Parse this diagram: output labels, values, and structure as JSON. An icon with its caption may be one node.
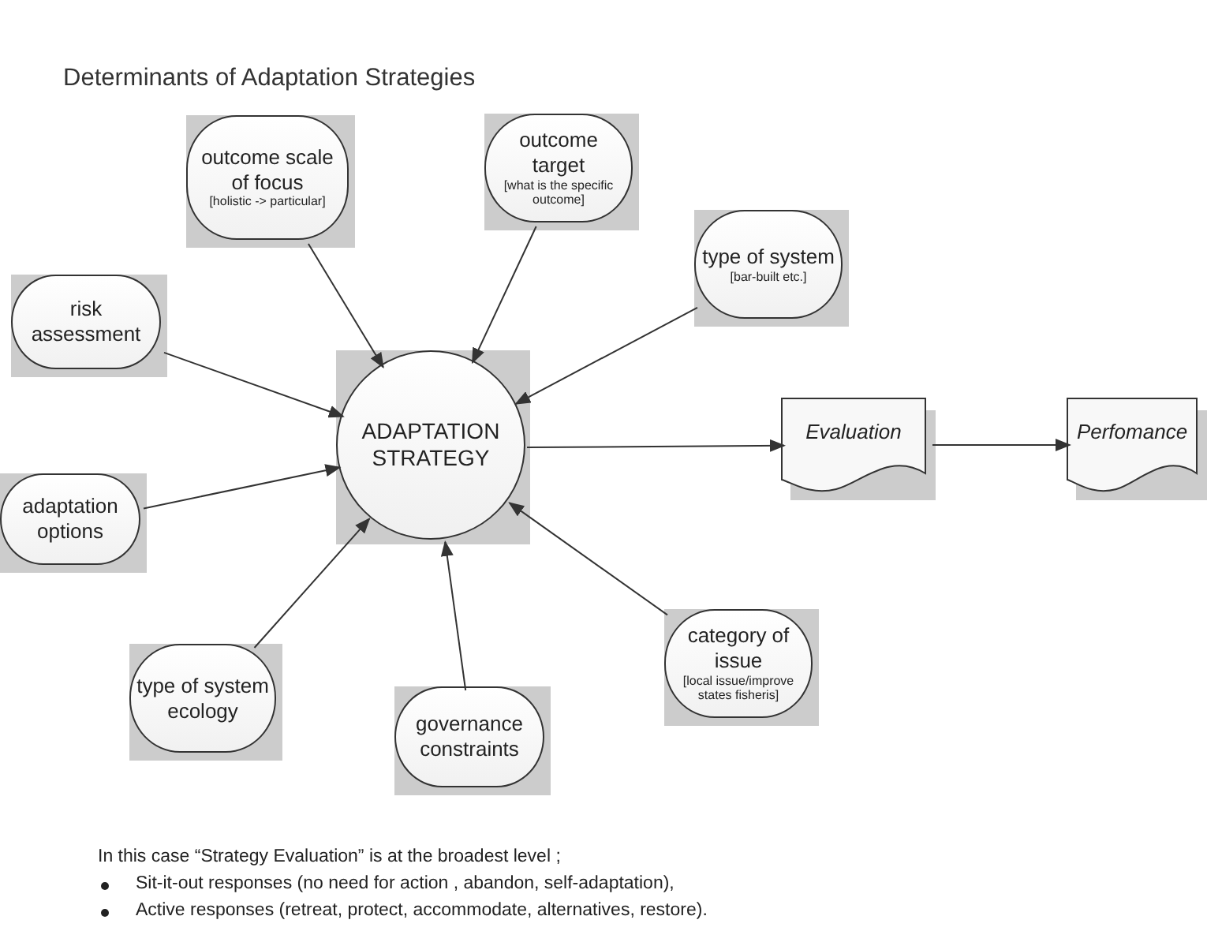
{
  "diagram": {
    "title": "Determinants of Adaptation Strategies",
    "nodes": [
      {
        "text": [
          "outcome scale of focus",
          "[holistic -> particular]"
        ]
      },
      {
        "text": [
          "outcome target",
          "[what is the specific outcome]"
        ]
      },
      {
        "text": [
          "type of system",
          "[bar-built etc.]"
        ]
      },
      {
        "text": [
          "risk assessment"
        ]
      },
      {
        "text": [
          "ADAPTATION STRATEGY"
        ]
      },
      {
        "text": [
          "Evaluation"
        ]
      },
      {
        "text": [
          "Perfomance"
        ]
      },
      {
        "text": [
          "adaptation options"
        ]
      },
      {
        "text": [
          "category of issue",
          "[local issue/improve states fisheris]"
        ]
      },
      {
        "text": [
          "type of system ecology"
        ]
      },
      {
        "text": [
          "governance constraints"
        ]
      }
    ],
    "edges": [
      {
        "from": 0,
        "to": 4,
        "arrow": "to"
      },
      {
        "from": 1,
        "to": 4,
        "arrow": "to"
      },
      {
        "from": 2,
        "to": 4,
        "arrow": "to"
      },
      {
        "from": 3,
        "to": 4,
        "arrow": "to"
      },
      {
        "from": 4,
        "to": 5,
        "arrow": "to"
      },
      {
        "from": 5,
        "to": 6,
        "arrow": "to"
      },
      {
        "from": 7,
        "to": 4,
        "arrow": "to"
      },
      {
        "from": 8,
        "to": 4,
        "arrow": "to"
      },
      {
        "from": 9,
        "to": 4,
        "arrow": "to"
      },
      {
        "from": 10,
        "to": 4,
        "arrow": "to"
      }
    ],
    "labels": [
      "In this case “Strategy Evaluation” is at the broadest level ;",
      "Sit-it-out responses (no need for action , abandon, self-adaptation),",
      "Active responses (retreat, protect, accommodate, alternatives, restore)."
    ]
  }
}
